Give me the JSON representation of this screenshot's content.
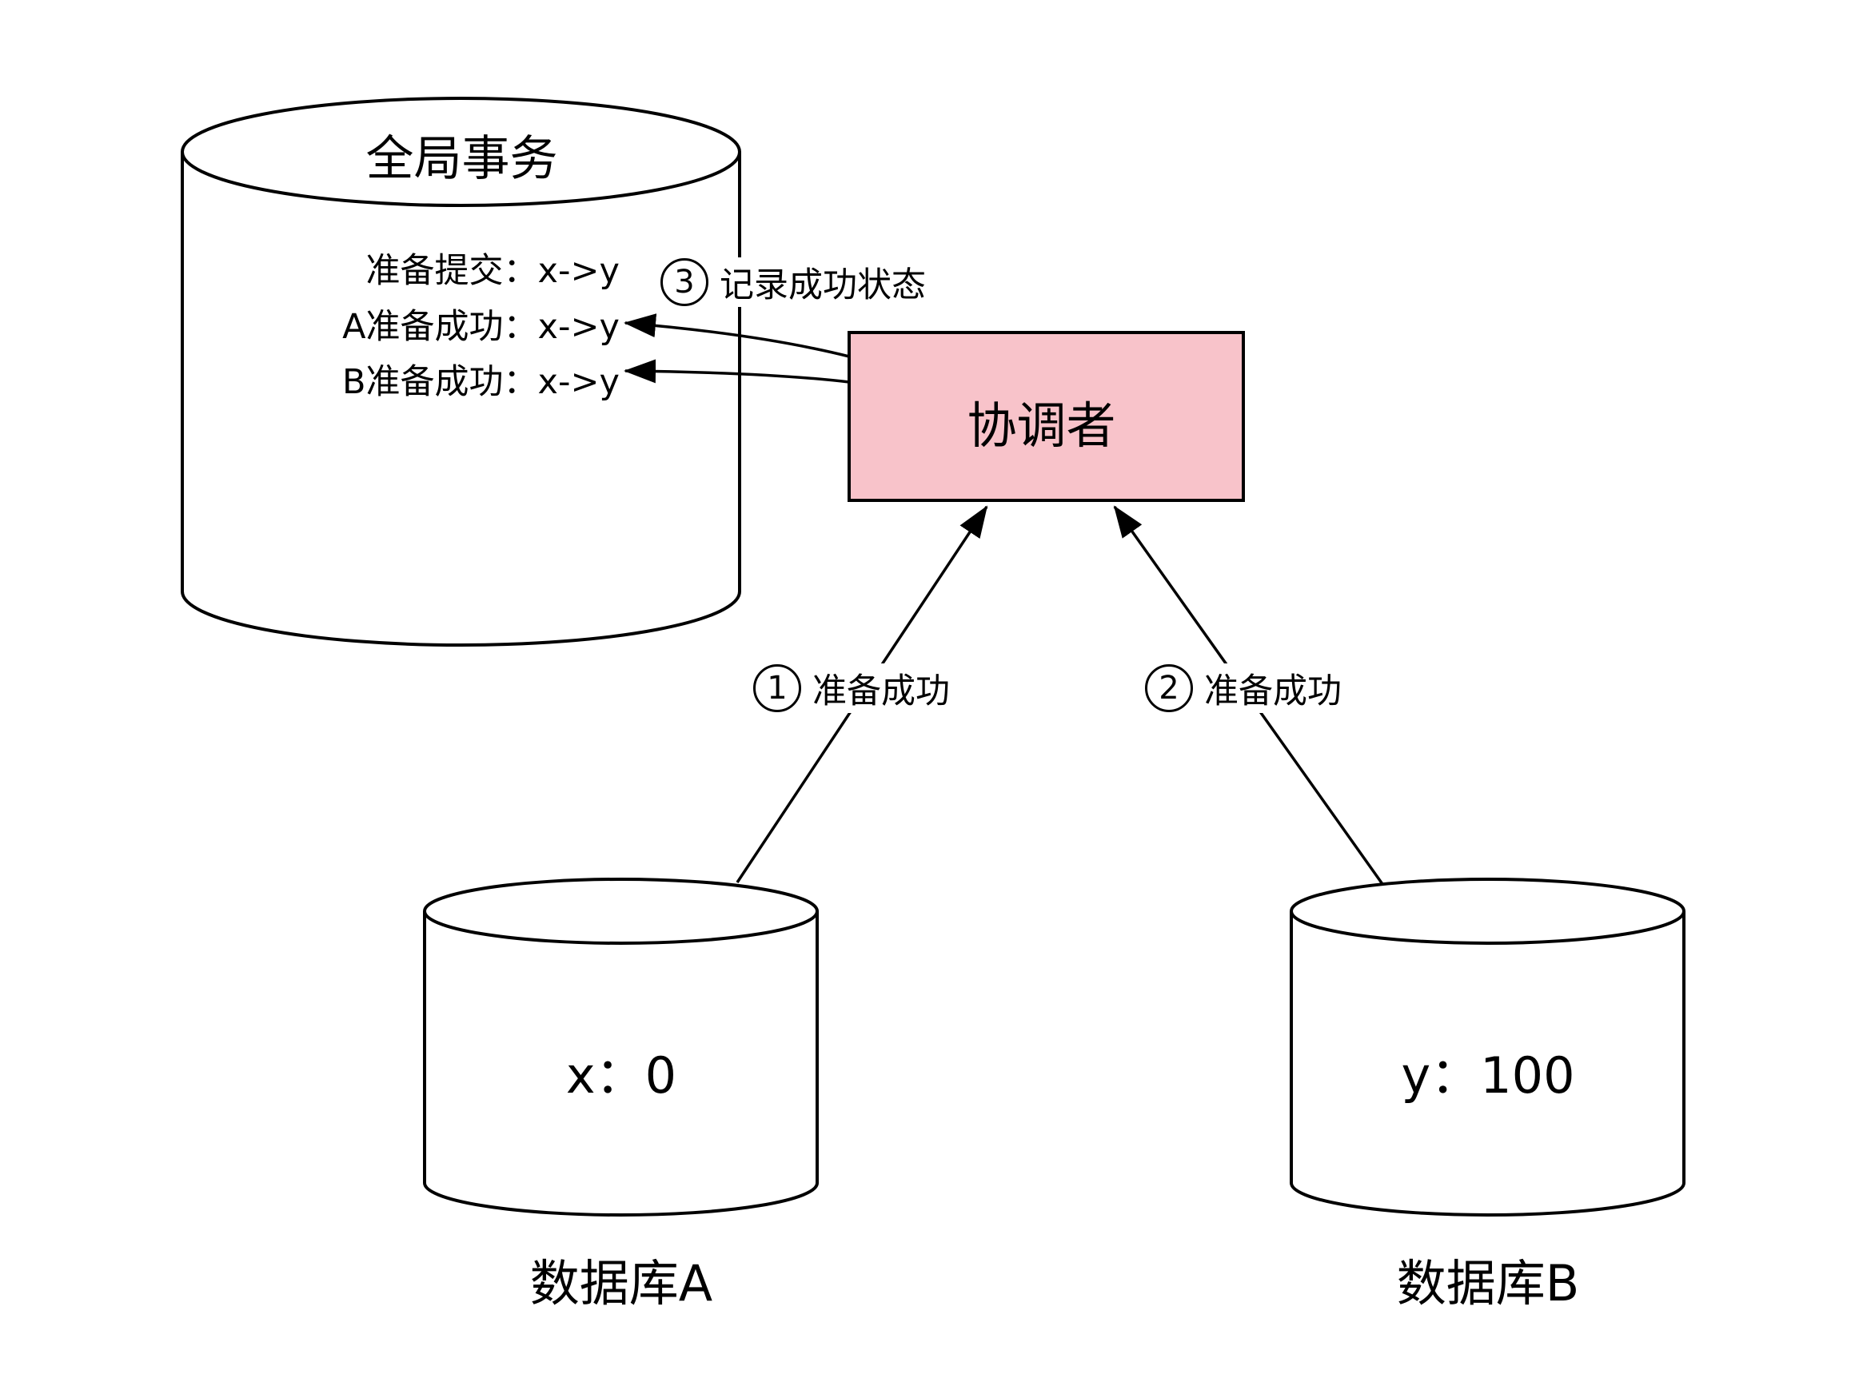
{
  "global_transaction": {
    "title": "全局事务",
    "entries": [
      "准备提交：x->y",
      "A准备成功：x->y",
      "B准备成功：x->y"
    ]
  },
  "coordinator": {
    "label": "协调者",
    "fill_color": "#F8C3CA"
  },
  "steps": [
    {
      "number": "1",
      "text": "准备成功"
    },
    {
      "number": "2",
      "text": "准备成功"
    },
    {
      "number": "3",
      "text": "记录成功状态"
    }
  ],
  "databases": [
    {
      "value": "x：0",
      "caption": "数据库A"
    },
    {
      "value": "y：100",
      "caption": "数据库B"
    }
  ],
  "colors": {
    "stroke": "#000000",
    "background": "#FFFFFF"
  }
}
